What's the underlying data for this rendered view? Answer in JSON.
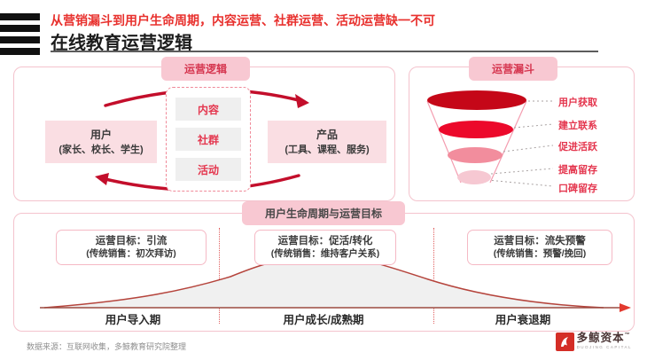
{
  "header": {
    "subtitle": "从营销漏斗到用户生命周期，内容运营、社群运营、活动运营缺一不可",
    "title": "在线教育运营逻辑"
  },
  "logic_panel": {
    "badge": "运营逻辑",
    "user_box": {
      "line1": "用户",
      "line2": "(家长、校长、学生)"
    },
    "product_box": {
      "line1": "产品",
      "line2": "(工具、课程、服务)"
    },
    "middle_items": [
      "内容",
      "社群",
      "活动"
    ]
  },
  "funnel_panel": {
    "badge": "运营漏斗",
    "stages": [
      {
        "label": "用户获取",
        "color": "#c50718"
      },
      {
        "label": "建立联系",
        "color": "#ec092b"
      },
      {
        "label": "促进活跃",
        "color": "#f28d9d"
      },
      {
        "label": "提高留存",
        "color": "#f6c8d2"
      },
      {
        "label": "口碑留存",
        "color": "#f6c8d2"
      }
    ]
  },
  "lifecycle_panel": {
    "badge": "用户生命周期与运营目标",
    "goals": [
      {
        "line1": "运营目标：引流",
        "line2": "(传统销售：初次拜访)"
      },
      {
        "line1": "运营目标：促活/转化",
        "line2": "(传统销售：维持客户关系)"
      },
      {
        "line1": "运营目标：流失预警",
        "line2": "(传统销售：预警/挽回)"
      }
    ],
    "phases": [
      "用户导入期",
      "用户成长/成熟期",
      "用户衰退期"
    ]
  },
  "footer": {
    "source": "数据来源：互联网收集，多鲸教育研究院整理",
    "logo_text": "多鲸资本",
    "logo_tm": "™",
    "logo_sub": "DUOJING CAPITAL"
  },
  "colors": {
    "accent_red": "#e8312e",
    "badge_bg": "#f8c8d2",
    "badge_text": "#d5344e",
    "panel_border": "#f4c3cd",
    "pink_box_bg": "#fadee3",
    "gray_item_bg": "#efefef",
    "arrow_red": "#c30e2b",
    "curve_stroke": "#b5443c",
    "curve_fill": "#f0f0f0"
  }
}
